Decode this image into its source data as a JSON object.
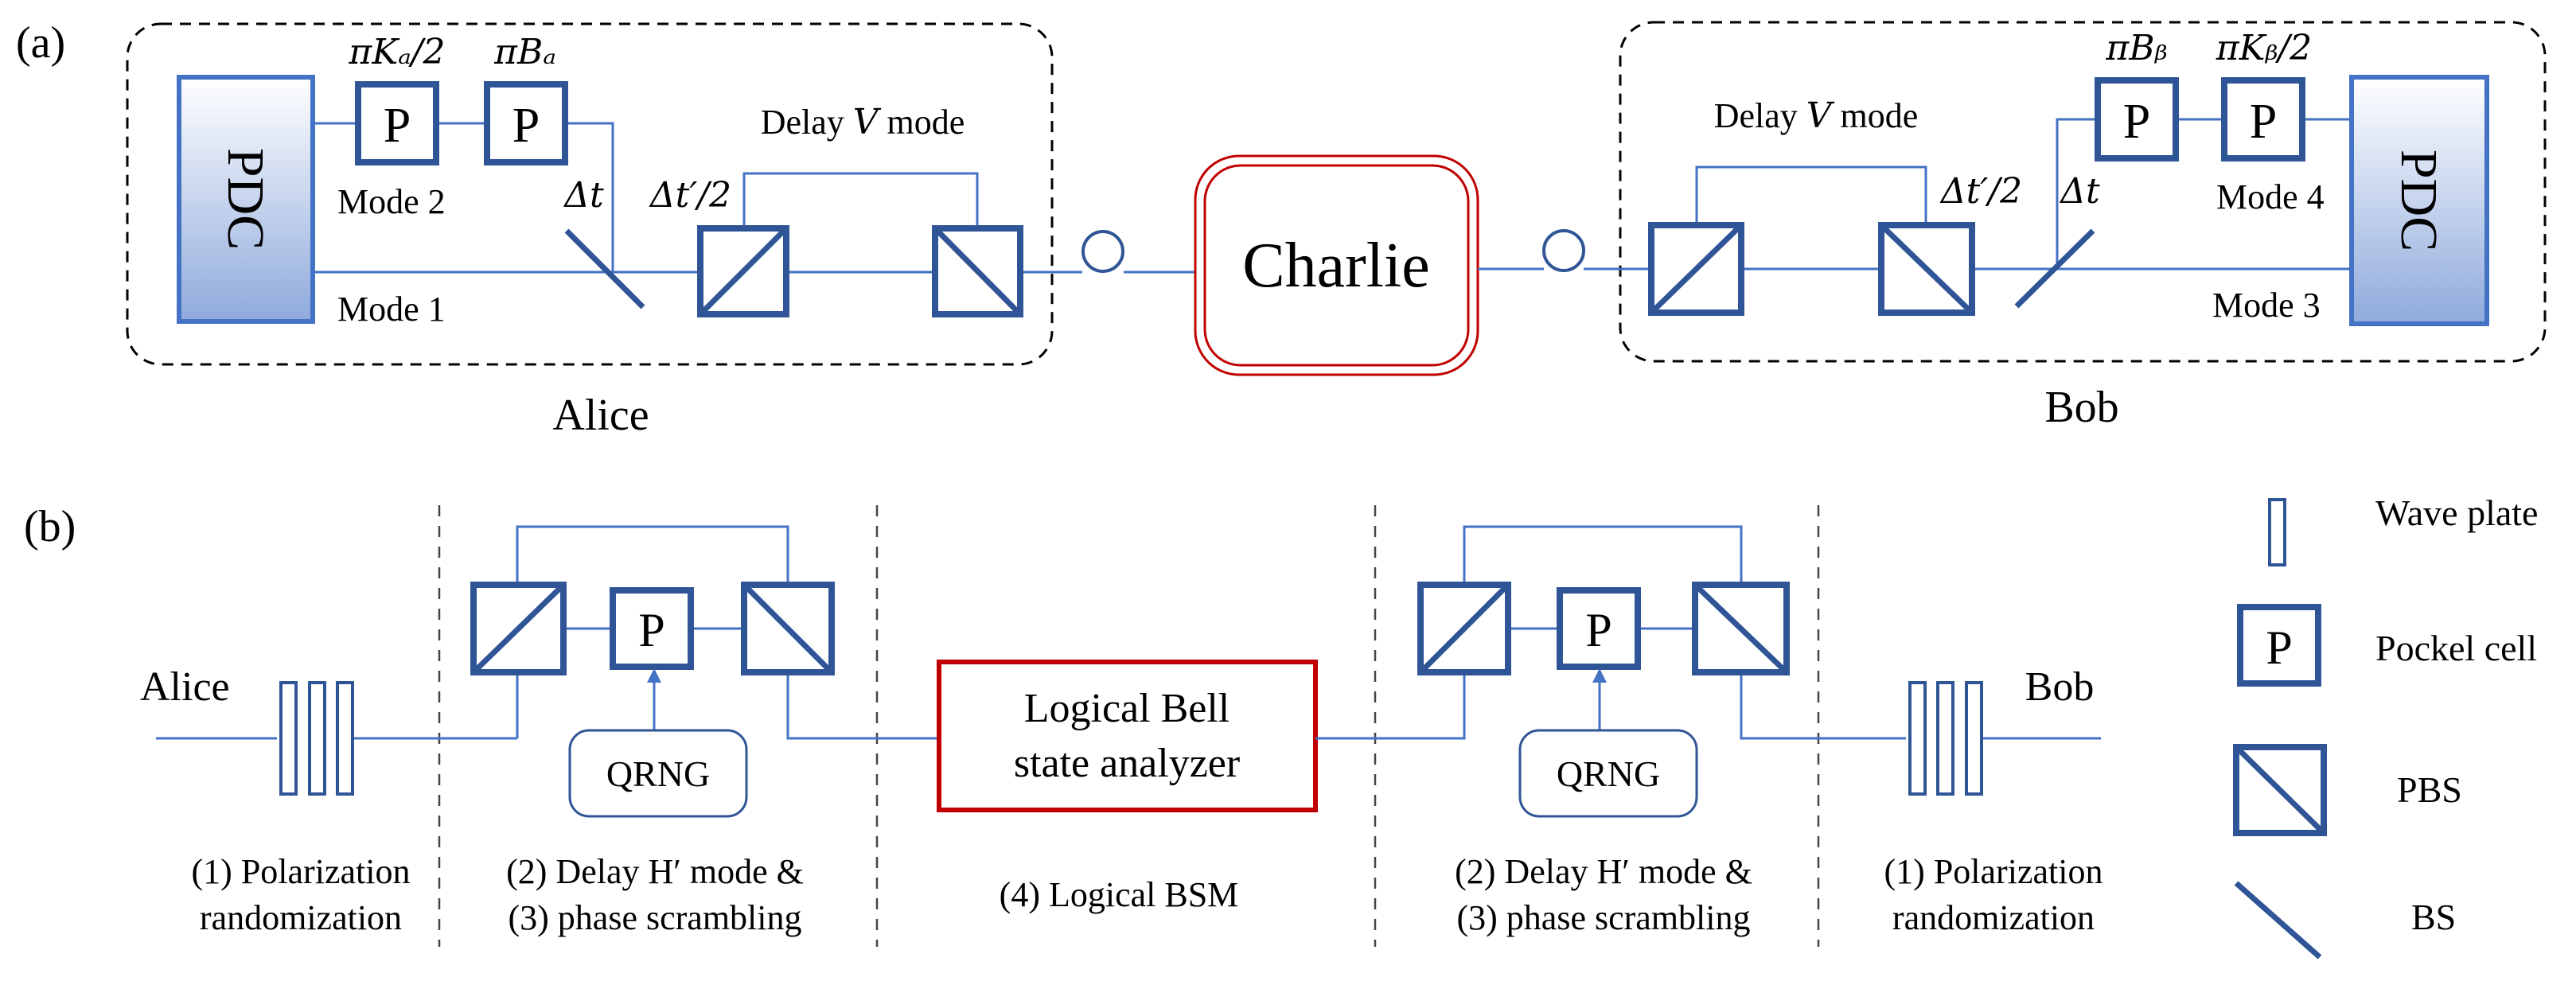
{
  "panel_a": {
    "tag": "(a)",
    "alice_label": "Alice",
    "bob_label": "Bob",
    "charlie_label": "Charlie",
    "pdc_label": "PDC",
    "delay_text": "Delay ",
    "delay_var": "V",
    "delay_suffix": " mode",
    "alice_mode2": "Mode 2",
    "alice_mode1": "Mode 1",
    "bob_mode4": "Mode 4",
    "bob_mode3": "Mode 3",
    "pockel_letter": "P",
    "alice_phase_K": "πKₐ/2",
    "alice_phase_B": "πBₐ",
    "bob_phase_B": "πBᵦ",
    "bob_phase_K": "πKᵦ/2",
    "dt": "Δt",
    "dt_half": "Δt′/2"
  },
  "panel_b": {
    "tag": "(b)",
    "alice_label": "Alice",
    "bob_label": "Bob",
    "qrng_label": "QRNG",
    "pockel_letter": "P",
    "analyzer_line1": "Logical Bell",
    "analyzer_line2": "state analyzer",
    "step1_line1": "(1) Polarization",
    "step1_line2": "randomization",
    "step2_line1": "(2) Delay H′ mode &",
    "step2_line2": "(3) phase scrambling",
    "step4": "(4) Logical BSM"
  },
  "legend": {
    "wave_plate": "Wave plate",
    "pockel_cell": "Pockel cell",
    "pbs": "PBS",
    "bs": "BS",
    "pockel_letter": "P"
  },
  "colors": {
    "line": "#4472c4",
    "device": "#2f5597",
    "charlie_border": "#c00000",
    "analyzer_border": "#c00000",
    "pdc_top": "#ffffff",
    "pdc_bottom": "#8faadc"
  }
}
